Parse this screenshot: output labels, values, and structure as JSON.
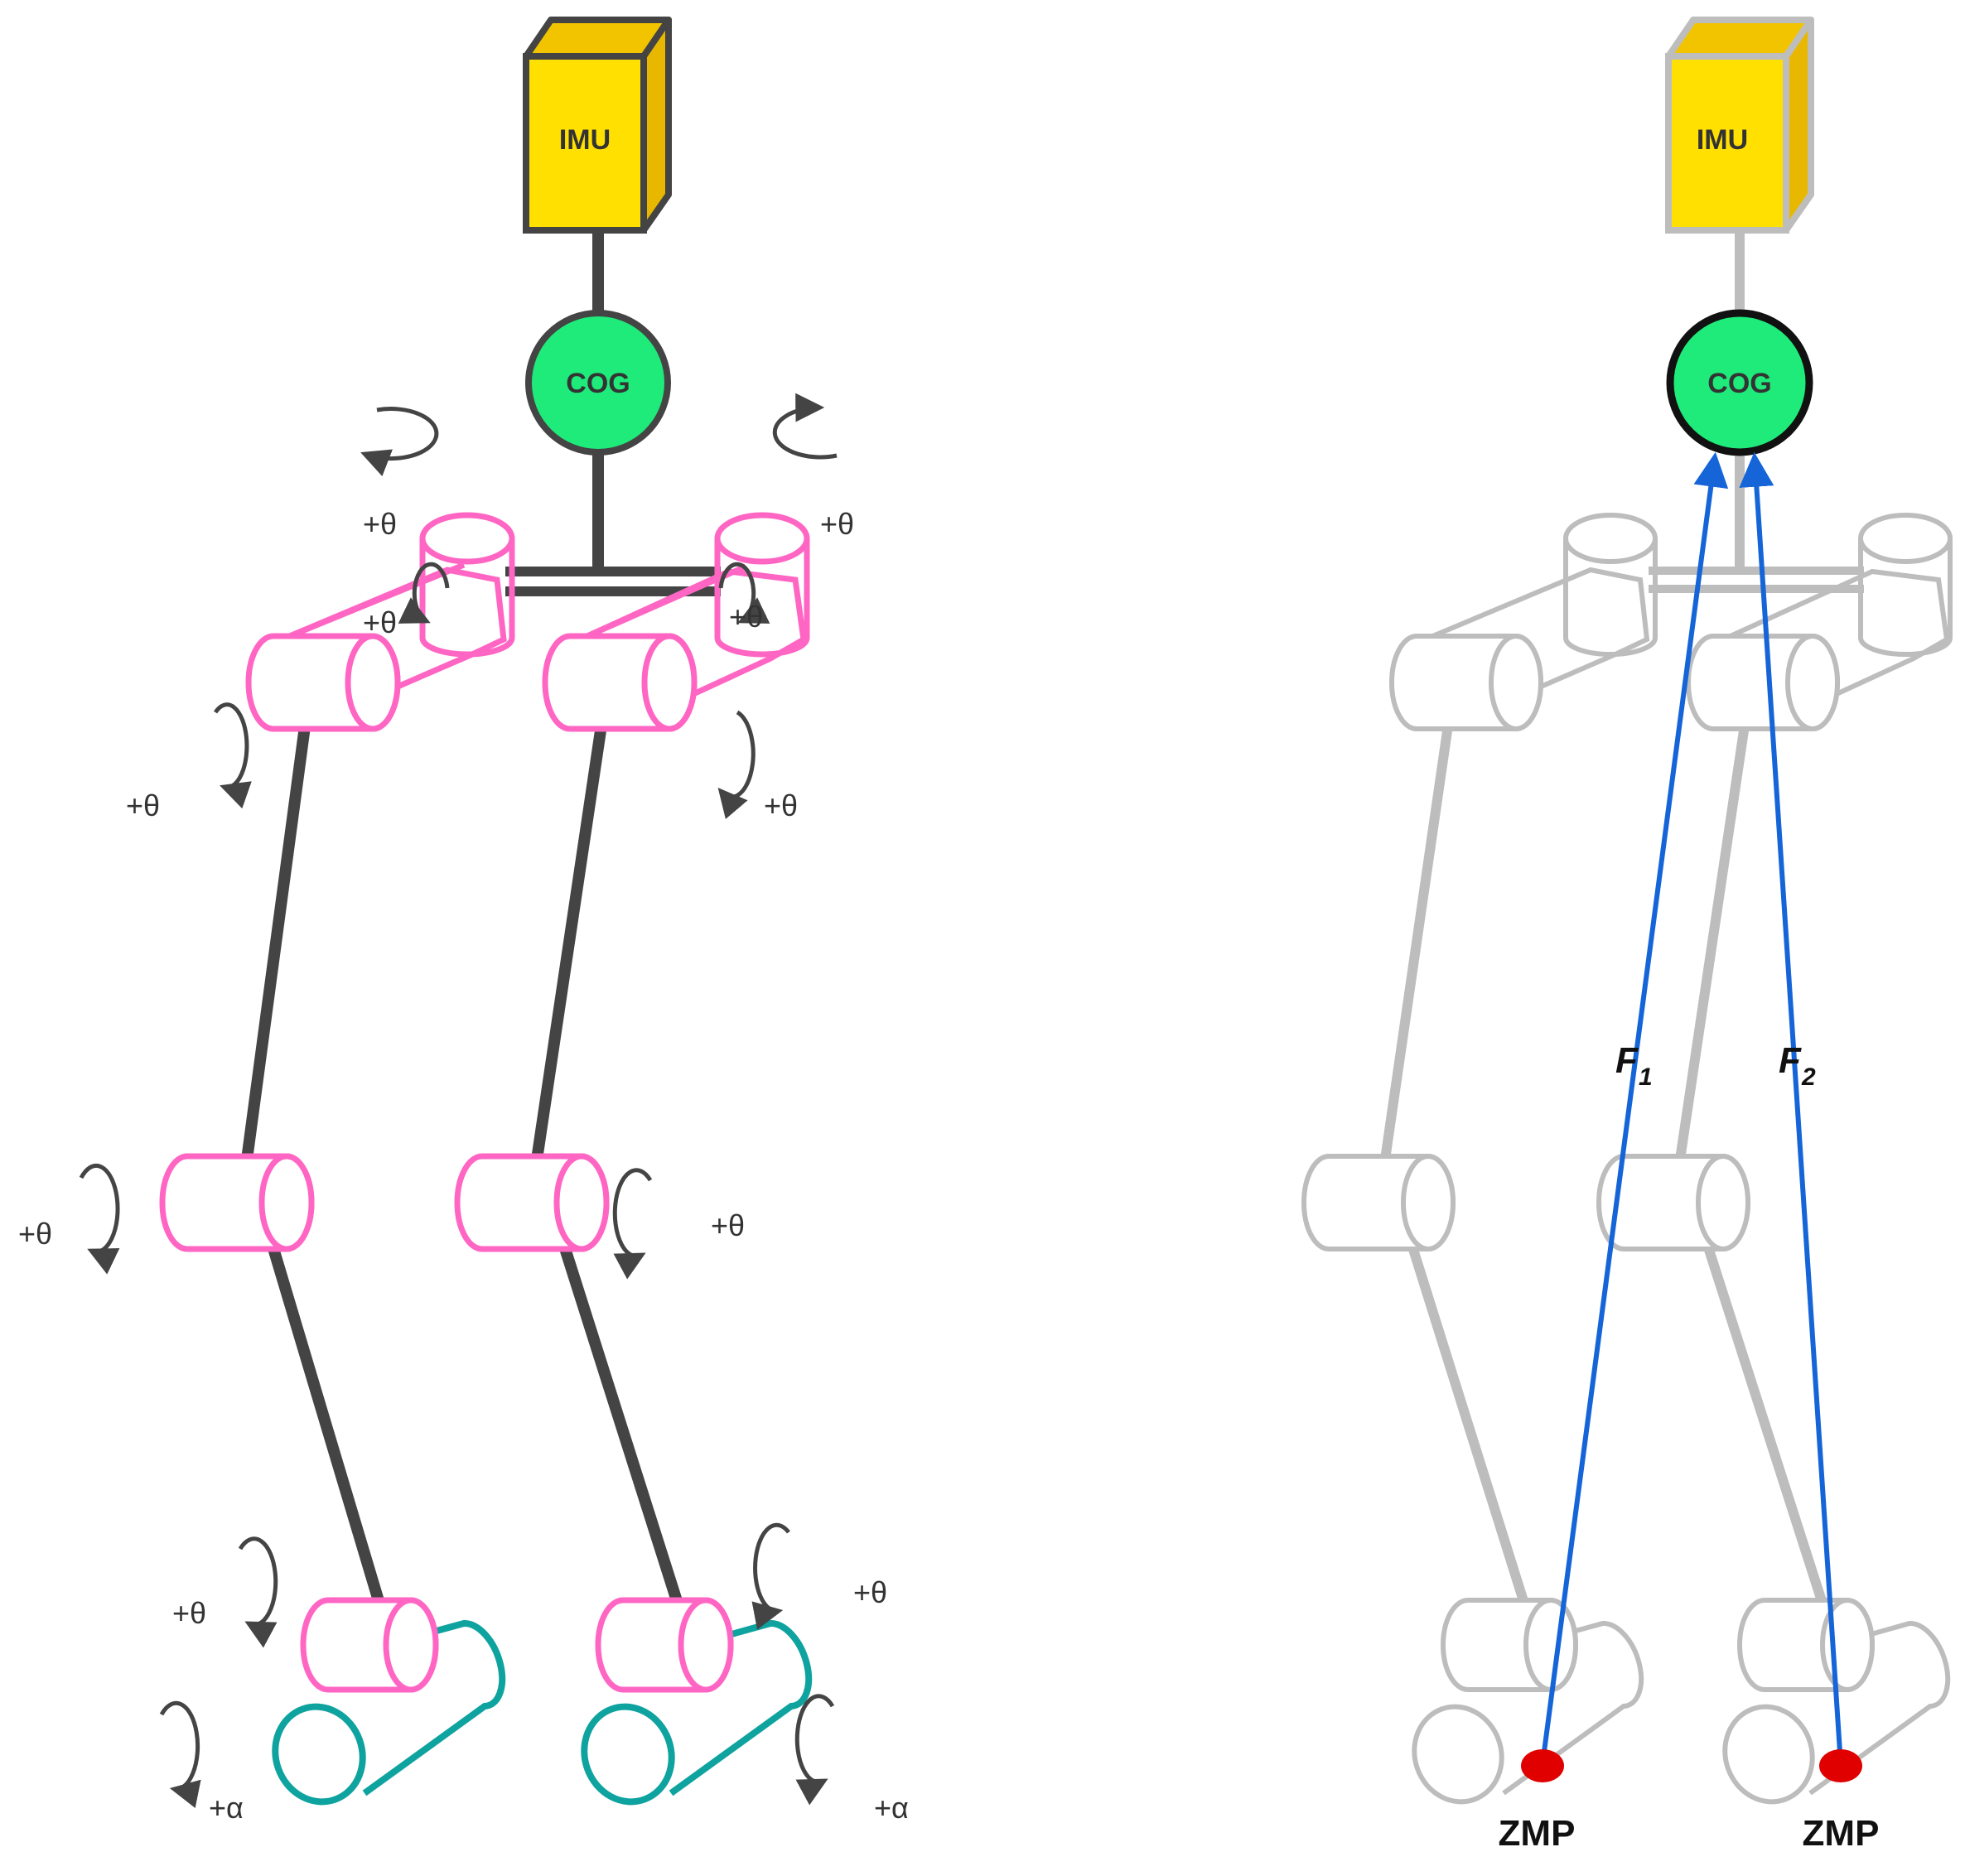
{
  "colors": {
    "imu_fill": "#FFE000",
    "imu_top": "#F2C400",
    "imu_side": "#E8B800",
    "cog_fill": "#1EEB7A",
    "link": "#444444",
    "joint": "#FF66C4",
    "foot": "#0FA3A0",
    "ghost": "#BDBDBD",
    "force": "#1565D8",
    "zmp": "#E00000"
  },
  "left": {
    "imu_label": "IMU",
    "cog_label": "COG",
    "joint_labels": {
      "hip_yaw_left": "+θ",
      "hip_yaw_right": "+θ",
      "hip_roll_left": "+θ",
      "hip_roll_right": "+θ",
      "hip_pitch_left": "+θ",
      "hip_pitch_right": "+θ",
      "knee_left": "+θ",
      "knee_right": "+θ",
      "ankle_pitch_left": "+θ",
      "ankle_pitch_right": "+θ",
      "ankle_roll_left": "+α",
      "ankle_roll_right": "+α"
    },
    "joint_icon": "rotation-arrow-icon"
  },
  "right": {
    "imu_label": "IMU",
    "cog_label": "COG",
    "force1": {
      "letter": "F",
      "subscript": "1"
    },
    "force2": {
      "letter": "F",
      "subscript": "2"
    },
    "zmp_left_label": "ZMP",
    "zmp_right_label": "ZMP"
  }
}
